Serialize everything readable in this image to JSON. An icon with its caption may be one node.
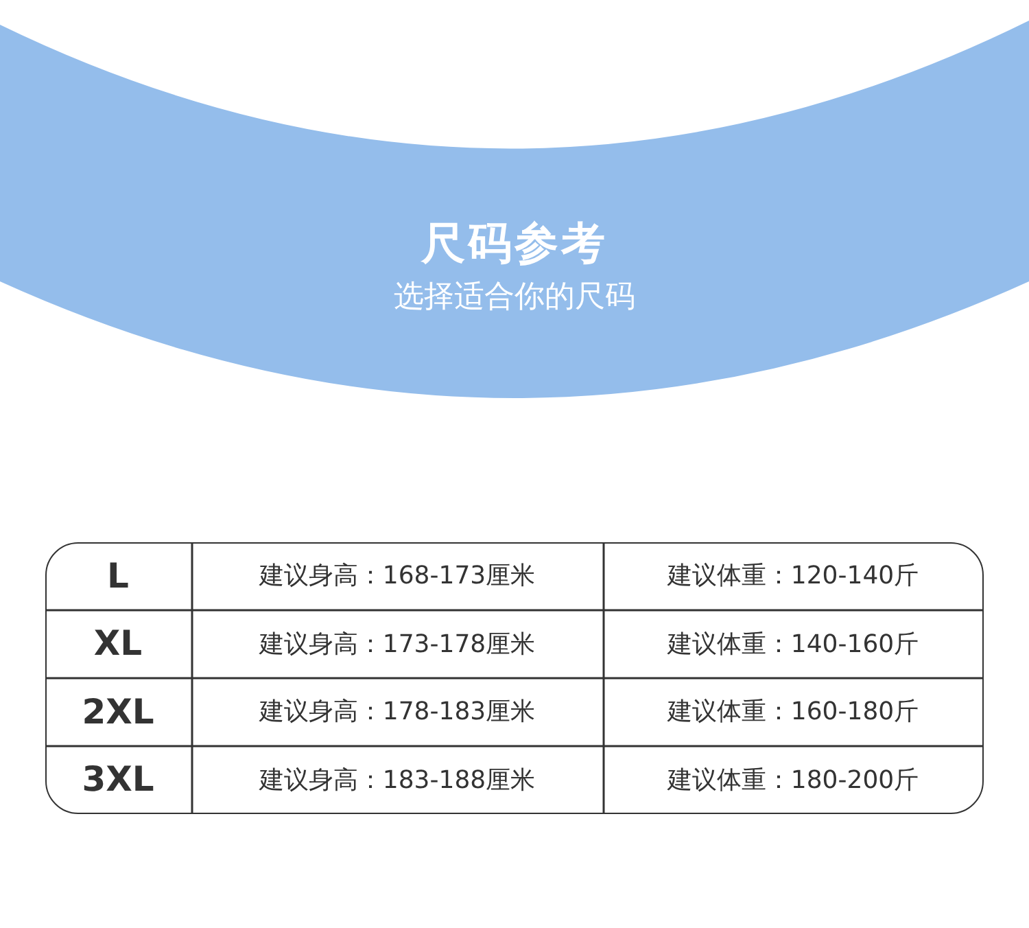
{
  "diagram": {
    "title": "尺码参考",
    "labels": [
      "选择适合你的尺码",
      "L",
      "建议身高：168-173厘米",
      "建议体重：120-140斤",
      "XL",
      "建议身高：173-178厘米",
      "建议体重：140-160斤",
      "2XL",
      "建议身高：178-183厘米",
      "建议体重：160-180斤",
      "3XL",
      "建议身高：183-188厘米",
      "建议体重：180-200斤"
    ]
  }
}
